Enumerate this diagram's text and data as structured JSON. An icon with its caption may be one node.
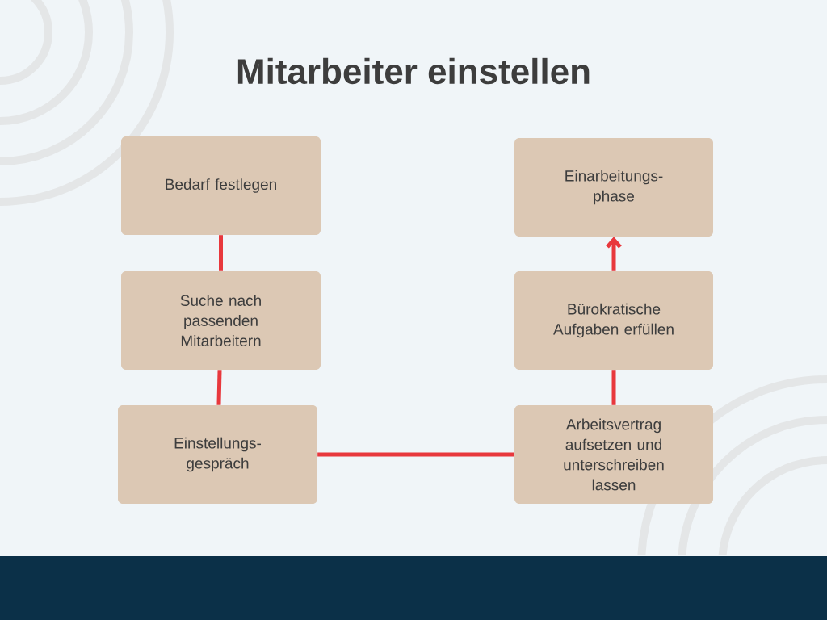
{
  "diagram": {
    "title": "Mitarbeiter einstellen",
    "nodes": [
      {
        "text": [
          "Bedarf festlegen"
        ]
      },
      {
        "text": [
          "Suche nach passenden Mitarbeitern"
        ]
      },
      {
        "text": [
          "Einstellungs- gespräch"
        ]
      },
      {
        "text": [
          "Einarbeitungs- phase"
        ]
      },
      {
        "text": [
          "Bürokratische Aufgaben erfüllen"
        ]
      },
      {
        "text": [
          "Arbeitsvertrag aufsetzen und unterschreiben lassen"
        ]
      }
    ],
    "edges": [
      {
        "from": 0,
        "to": 1,
        "arrow": "none"
      },
      {
        "from": 1,
        "to": 2,
        "arrow": "none"
      },
      {
        "from": 2,
        "to": 5,
        "arrow": "none"
      },
      {
        "from": 5,
        "to": 4,
        "arrow": "none"
      },
      {
        "from": 4,
        "to": 3,
        "arrow": "to"
      }
    ]
  }
}
